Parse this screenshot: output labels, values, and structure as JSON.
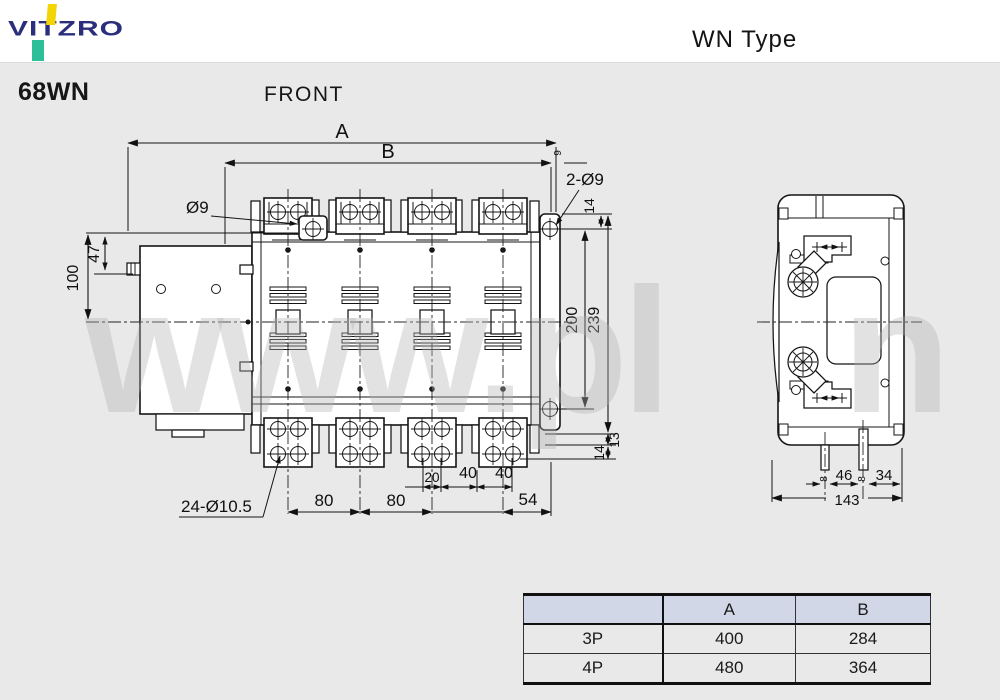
{
  "header": {
    "logo_text": "VITZRO",
    "type_label": "WN Type"
  },
  "titles": {
    "model": "68WN",
    "view": "FRONT"
  },
  "watermark": {
    "left": "www.pl",
    "right": "n"
  },
  "front_view": {
    "dims": {
      "A": "A",
      "B": "B",
      "offset9": "9",
      "dia9": "Ø9",
      "two_dia9": "2-Ø9",
      "top14": "14",
      "d47": "47",
      "d100": "100",
      "d200": "200",
      "d239": "239",
      "d13": "13",
      "bot14": "14",
      "holes": "24-Ø10.5",
      "d20": "20",
      "d40a": "40",
      "d40b": "40",
      "d80a": "80",
      "d80b": "80",
      "d54": "54"
    }
  },
  "side_view": {
    "dims": {
      "p8a": "8",
      "p8b": "8",
      "d46": "46",
      "d34": "34",
      "d143": "143"
    }
  },
  "table": {
    "col_headers": [
      "A",
      "B"
    ],
    "rows": [
      [
        "3P",
        "400",
        "284"
      ],
      [
        "4P",
        "480",
        "364"
      ]
    ]
  }
}
